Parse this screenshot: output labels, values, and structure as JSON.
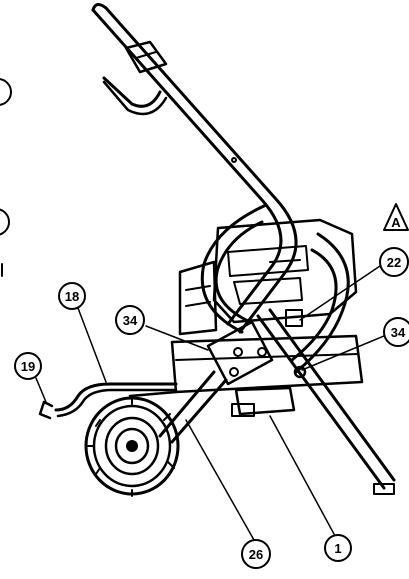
{
  "callouts": {
    "c18": "18",
    "c19": "19",
    "c34_left": "34",
    "c22": "22",
    "c34_right": "34",
    "c26": "26",
    "c1": "1",
    "warning_letter": "A"
  },
  "colors": {
    "line": "#000000",
    "background": "#ffffff"
  }
}
